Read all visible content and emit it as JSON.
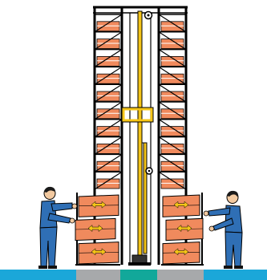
{
  "colors": {
    "background": "#ffffff",
    "frame": "#000000",
    "crate": "#f08a5d",
    "crate_stripe": "#ffffff",
    "mast": "#f5c518",
    "arrow": "#f5c518",
    "floor_blue": "#1ba7d9",
    "floor_gray": "#a7a9ab",
    "floor_teal": "#12a89a",
    "worker_shirt": "#2f6fb5",
    "worker_pants": "#2f6fb5",
    "worker_skin": "#f2c9a0",
    "worker_hair": "#1a1a1a",
    "shoe": "#111111"
  },
  "racks": {
    "left_levels": 10,
    "right_levels": 10
  },
  "stations": {
    "left_crates": 3,
    "right_crates": 3
  },
  "icons": {
    "top_pulley": "pulley-icon",
    "mid_pulley": "pulley-icon",
    "arrow": "double-arrow-icon"
  }
}
